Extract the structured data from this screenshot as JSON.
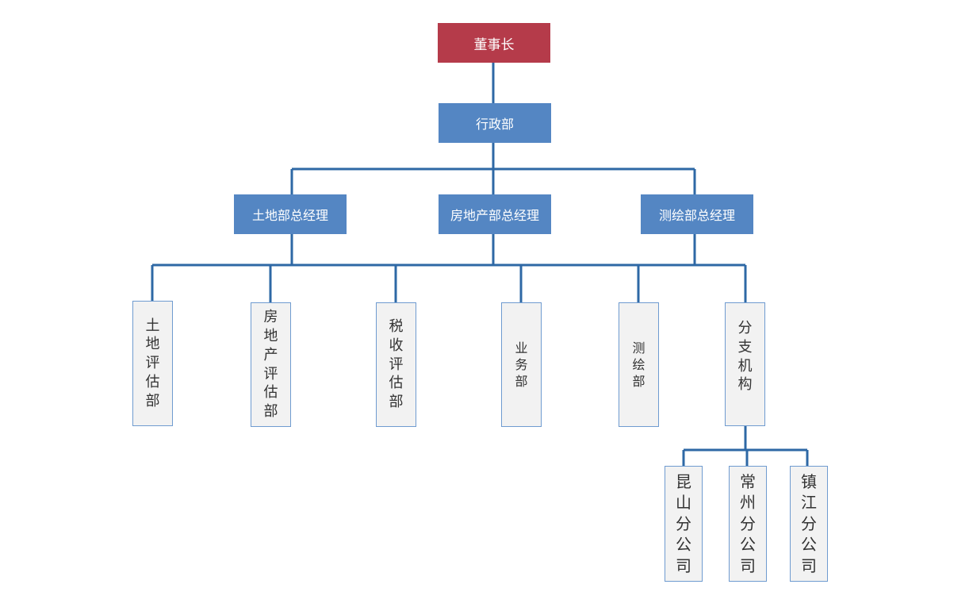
{
  "colors": {
    "chairman_fill": "#b53b4a",
    "department_fill": "#5486c3",
    "unit_fill": "#f2f2f2",
    "unit_border": "#6f9bd0",
    "connector": "#2e68a5"
  },
  "chairman": "董事长",
  "admin_dept": "行政部",
  "managers": {
    "land": "土地部总经理",
    "real_estate": "房地产部总经理",
    "survey": "测绘部总经理"
  },
  "units": {
    "land_appraisal": "土地评估部",
    "real_estate_appraisal": "房地产评估部",
    "tax_appraisal": "税收评估部",
    "business": "业务部",
    "survey_dept": "测绘部",
    "branches": "分支机构"
  },
  "branches": {
    "kunshan": "昆山分公司",
    "changzhou": "常州分公司",
    "zhenjiang": "镇江分公司"
  }
}
